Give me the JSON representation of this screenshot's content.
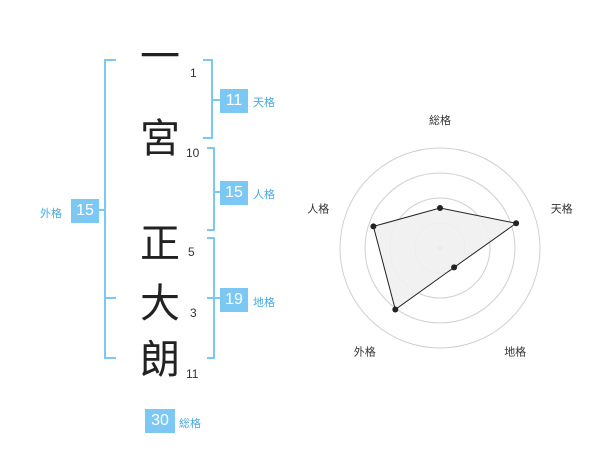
{
  "name": {
    "chars": [
      "一",
      "宮",
      "正",
      "大",
      "朗"
    ],
    "strokes": [
      "1",
      "10",
      "5",
      "3",
      "11"
    ]
  },
  "kaku": {
    "tenkaku": {
      "label": "天格",
      "value": "11"
    },
    "jinkaku": {
      "label": "人格",
      "value": "15"
    },
    "chikaku": {
      "label": "地格",
      "value": "19"
    },
    "gaikaku": {
      "label": "外格",
      "value": "15"
    },
    "soukaku": {
      "label": "総格",
      "value": "30"
    }
  },
  "colors": {
    "accent": "#7cc8f4",
    "label": "#4aa8e0",
    "radar_fill": "#f0f0f0"
  },
  "chart_data": {
    "type": "radar",
    "axes": [
      "総格",
      "天格",
      "地格",
      "外格",
      "人格"
    ],
    "values": [
      2,
      4,
      1.2,
      3.8,
      3.5
    ],
    "max": 5,
    "rings": 4
  }
}
